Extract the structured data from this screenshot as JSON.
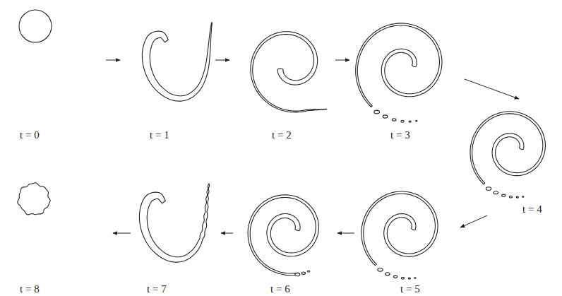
{
  "diagram": {
    "nodes": [
      {
        "text": [
          "t = 0"
        ]
      },
      {
        "text": [
          "t = 1"
        ]
      },
      {
        "text": [
          "t = 2"
        ]
      },
      {
        "text": [
          "t = 3"
        ]
      },
      {
        "text": [
          "t = 4"
        ]
      },
      {
        "text": [
          "t = 5"
        ]
      },
      {
        "text": [
          "t = 6"
        ]
      },
      {
        "text": [
          "t = 7"
        ]
      },
      {
        "text": [
          "t = 8"
        ]
      }
    ],
    "edges": [
      {
        "from": 0,
        "to": 1,
        "arrow": "to"
      },
      {
        "from": 1,
        "to": 2,
        "arrow": "to"
      },
      {
        "from": 2,
        "to": 3,
        "arrow": "to"
      },
      {
        "from": 3,
        "to": 4,
        "arrow": "to"
      },
      {
        "from": 4,
        "to": 5,
        "arrow": "to"
      },
      {
        "from": 5,
        "to": 6,
        "arrow": "to"
      },
      {
        "from": 6,
        "to": 7,
        "arrow": "to"
      },
      {
        "from": 7,
        "to": 8,
        "arrow": "to"
      }
    ]
  }
}
